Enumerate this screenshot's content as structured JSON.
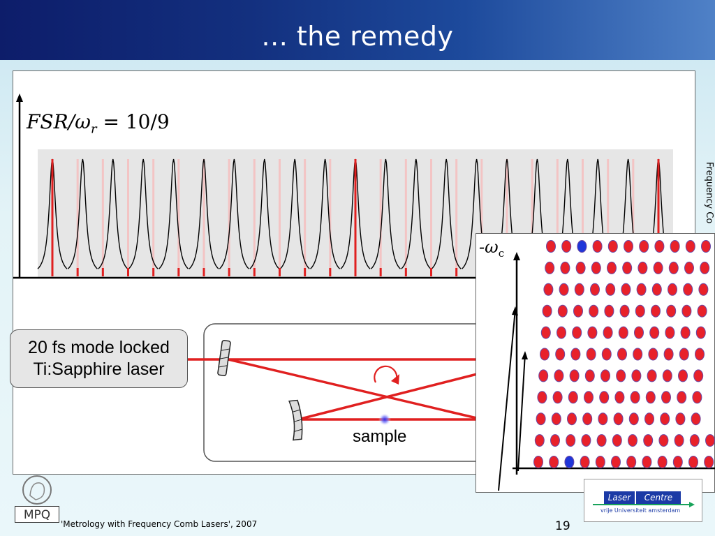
{
  "slide": {
    "title": "... the remedy",
    "side_text": "Frequency Co",
    "footer": "'Metrology with Frequency Comb Lasers', 2007",
    "page_number": "19"
  },
  "diagram": {
    "formula": {
      "lhs": "FSR/ω",
      "sub": "r",
      "rhs": "= 10/9"
    },
    "comb": {
      "cavity_peaks": 21,
      "laser_lines": 25,
      "coincidence_every": 10,
      "peak_color": "#000000",
      "line_color": "#e02020",
      "faint_line_color": "#f3c4c4",
      "band_color": "#e6e6e6"
    },
    "laser_label": [
      "20 fs mode locked",
      "Ti:Sapphire laser"
    ],
    "sample_label": "sample",
    "beam_color": "#e02020",
    "inset": {
      "axis_label": "-ω",
      "axis_sub": "c",
      "rows": 11,
      "dot_color": "#e8212a",
      "dot_outline": "#6b4aa5",
      "highlight_color": "#2036d8",
      "highlight_positions": [
        [
          0,
          2
        ],
        [
          10,
          2
        ]
      ]
    }
  },
  "logos": {
    "mpq": "MPQ",
    "laser": "Laser",
    "centre": "Centre",
    "university": "vrije Universiteit  amsterdam"
  }
}
